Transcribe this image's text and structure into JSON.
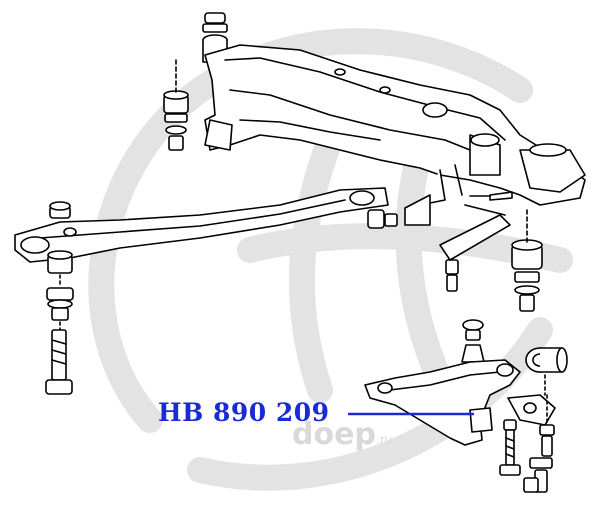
{
  "callout": {
    "part_number": "HB 890 209"
  },
  "watermark": {
    "brand": "doep",
    "suffix": ".ru",
    "color": "#d9d9d9"
  },
  "colors": {
    "line": "#000000",
    "callout": "#1a2bd6",
    "watermark": "#dcdcdc"
  }
}
